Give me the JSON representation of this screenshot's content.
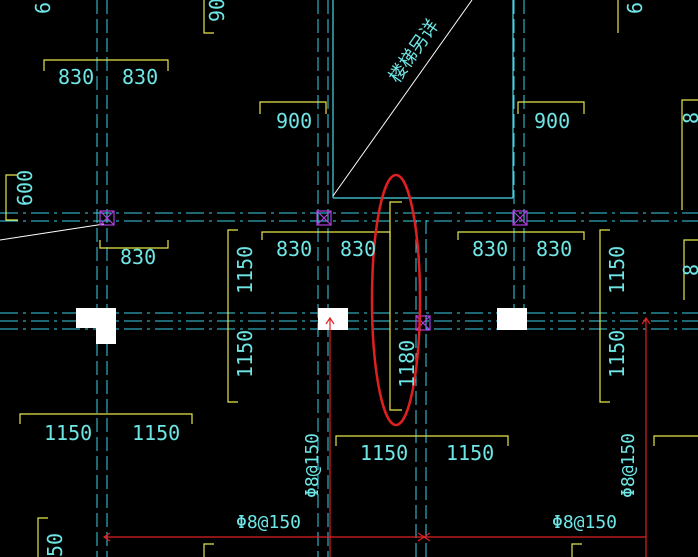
{
  "labels": {
    "d830": "830",
    "d900": "900",
    "d600": "600",
    "d1150": "1150",
    "d1180": "1180",
    "rebar": "Φ8@150",
    "stair_note": "楼梯另详",
    "partial_top_left": "6",
    "partial_top_mid": "90",
    "partial_top_right": "6",
    "partial_bottom_left": "50",
    "partial_right_a": "8",
    "partial_right_b": "8"
  },
  "colors": {
    "background": "#000000",
    "text_cyan": "#6fe6e6",
    "axis_cyan": "#3ad0e6",
    "dim_yellow": "#e6e64a",
    "rebar_red": "#e02020",
    "highlight_red": "#e02020",
    "column_purple": "#b040e0",
    "wall_white": "#ffffff"
  }
}
